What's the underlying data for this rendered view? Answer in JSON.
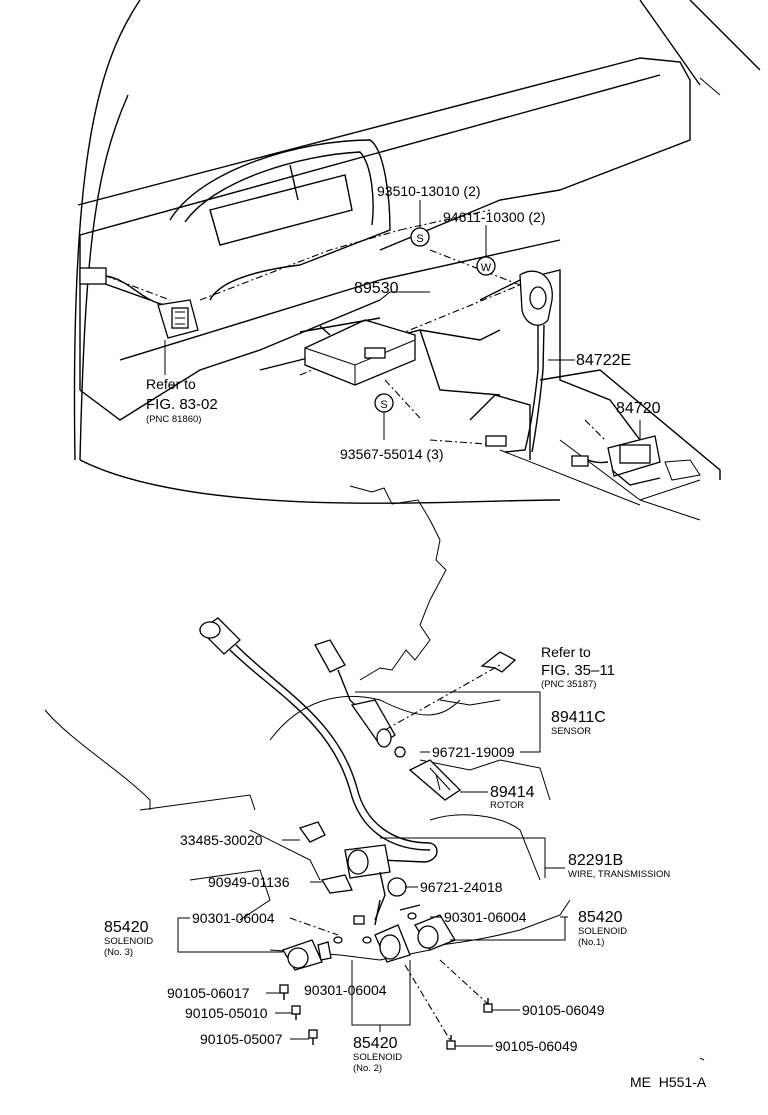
{
  "diagram_code": "ME  H551-A",
  "dashboard_labels": {
    "bolt_a": "93510-13010 (2)",
    "washer": "94611-10300 (2)",
    "computer": "89530",
    "bolt_b": "93567-55014 (3)",
    "wire_harness": "84722E",
    "switch": "84720",
    "ref_a_line1": "Refer to",
    "ref_a_line2": "FIG. 83-02",
    "ref_a_line3": "(PNC 81860)",
    "symbol_s": "S",
    "symbol_w": "W"
  },
  "transmission_labels": {
    "ref_b_line1": "Refer to",
    "ref_b_line2": "FIG. 35–11",
    "ref_b_line3": "(PNC 35187)",
    "sensor_pn": "89411C",
    "sensor_name": "SENSOR",
    "oring_a": "96721-19009",
    "rotor_pn": "89414",
    "rotor_name": "ROTOR",
    "clamp": "33485-30020",
    "wire_pn": "82291B",
    "wire_name": "WIRE, TRANSMISSION",
    "clip": "90949-01136",
    "oring_b": "96721-24018",
    "sol3_pn": "85420",
    "sol3_name": "SOLENOID",
    "sol3_no": "(No. 3)",
    "oring_sol3": "90301-06004",
    "oring_sol1": "90301-06004",
    "sol1_pn": "85420",
    "sol1_name": "SOLENOID",
    "sol1_no": "(No.1)",
    "bolt_1": "90105-06017",
    "bolt_2": "90105-05010",
    "bolt_3": "90105-05007",
    "oring_sol2": "90301-06004",
    "sol2_pn": "85420",
    "sol2_name": "SOLENOID",
    "sol2_no": "(No. 2)",
    "bolt_r1": "90105-06049",
    "bolt_r2": "90105-06049"
  }
}
